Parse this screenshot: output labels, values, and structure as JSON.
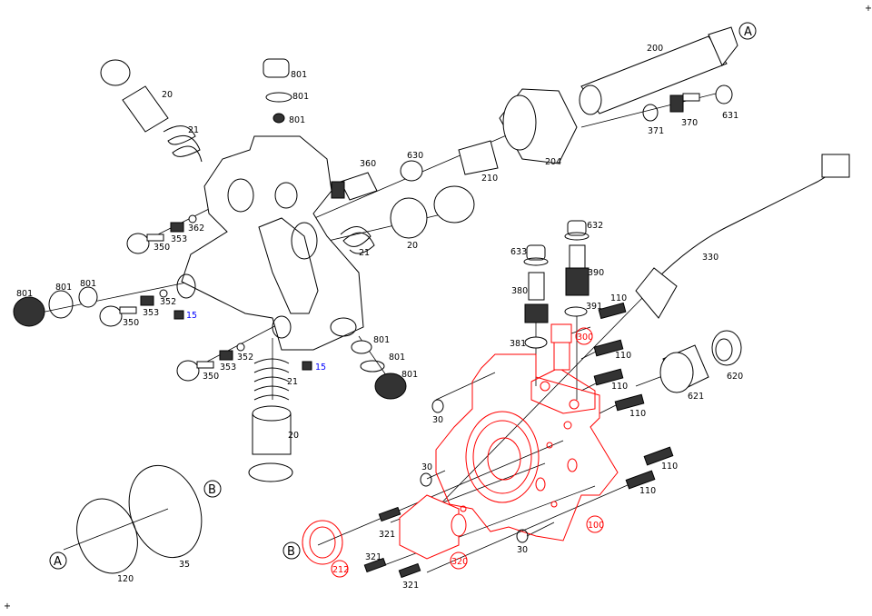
{
  "title": "High pressure pump exploded parts diagram",
  "colors": {
    "lines": "#000000",
    "highlight": "#ff0000",
    "reference": "#0000ff"
  },
  "labels": [
    "A",
    "200",
    "631",
    "370",
    "371",
    "204",
    "210",
    "630",
    "360",
    "20",
    "21",
    "801",
    "801",
    "801",
    "362",
    "353",
    "350",
    "21",
    "20",
    "330",
    "632",
    "633",
    "390",
    "380",
    "391",
    "110",
    "801",
    "801",
    "801",
    "352",
    "353",
    "350",
    "15",
    "300",
    "381",
    "110",
    "801",
    "352",
    "353",
    "350",
    "801",
    "15",
    "801",
    "21",
    "110",
    "620",
    "621",
    "30",
    "110",
    "20",
    "30",
    "110",
    "110",
    "B",
    "35",
    "120",
    "A",
    "B",
    "212",
    "321",
    "321",
    "321",
    "320",
    "100",
    "30"
  ]
}
